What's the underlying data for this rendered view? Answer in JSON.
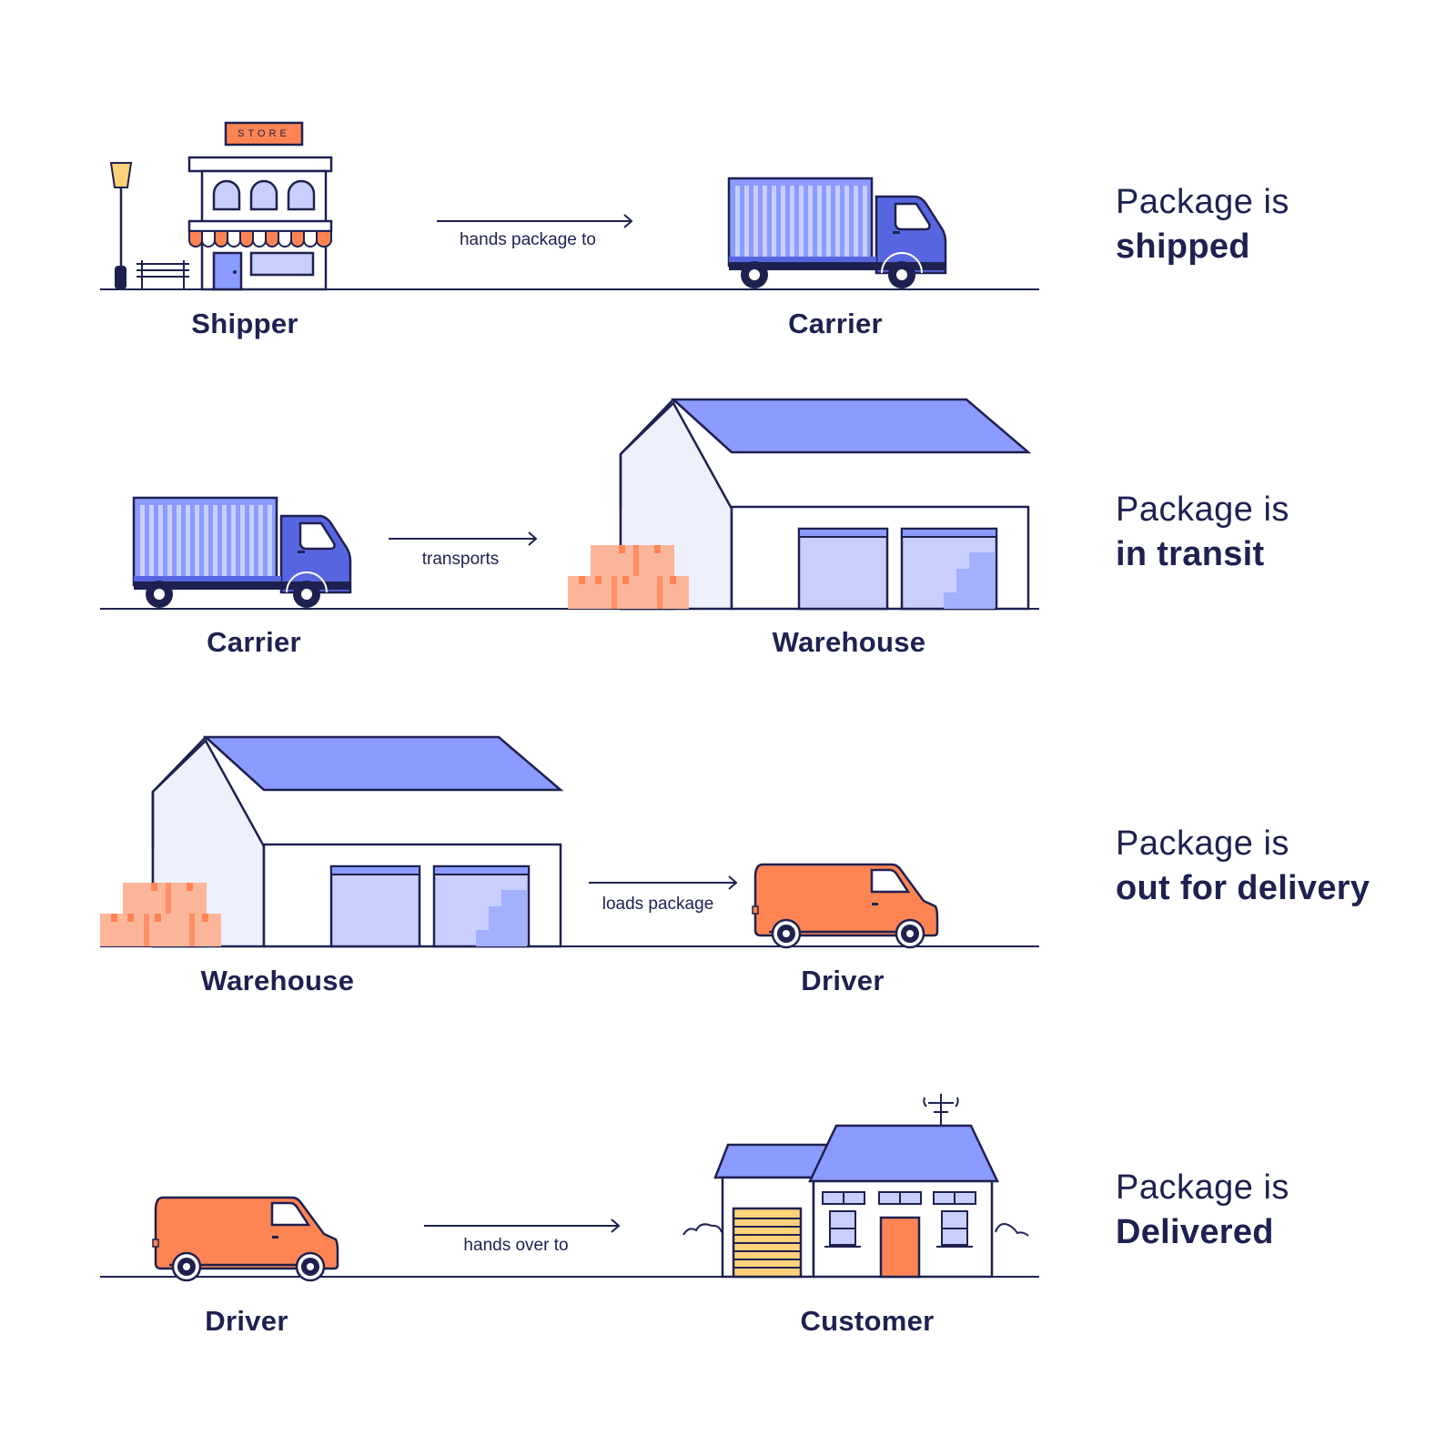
{
  "colors": {
    "ink": "#1e2150",
    "periwinkle": "#8b9bff",
    "lavender": "#c9cffc",
    "wall": "#eef0fc",
    "truck_cab": "#5865e0",
    "orange": "#ff8454",
    "box": "#fbb69a",
    "box_dark": "#ff8f66",
    "garage": "#ffd27a"
  },
  "store_sign": "STORE",
  "rows": [
    {
      "from": "Shipper",
      "action": "hands package to",
      "to": "Carrier",
      "status_prefix": "Package is",
      "status": "shipped",
      "from_icon": "store-icon",
      "to_icon": "truck-icon"
    },
    {
      "from": "Carrier",
      "action": "transports",
      "to": "Warehouse",
      "status_prefix": "Package is",
      "status": "in transit",
      "from_icon": "truck-icon",
      "to_icon": "warehouse-icon"
    },
    {
      "from": "Warehouse",
      "action": "loads package",
      "to": "Driver",
      "status_prefix": "Package is",
      "status": "out for delivery",
      "from_icon": "warehouse-icon",
      "to_icon": "van-icon"
    },
    {
      "from": "Driver",
      "action": "hands over to",
      "to": "Customer",
      "status_prefix": "Package is",
      "status": "Delivered",
      "from_icon": "van-icon",
      "to_icon": "house-icon"
    }
  ]
}
